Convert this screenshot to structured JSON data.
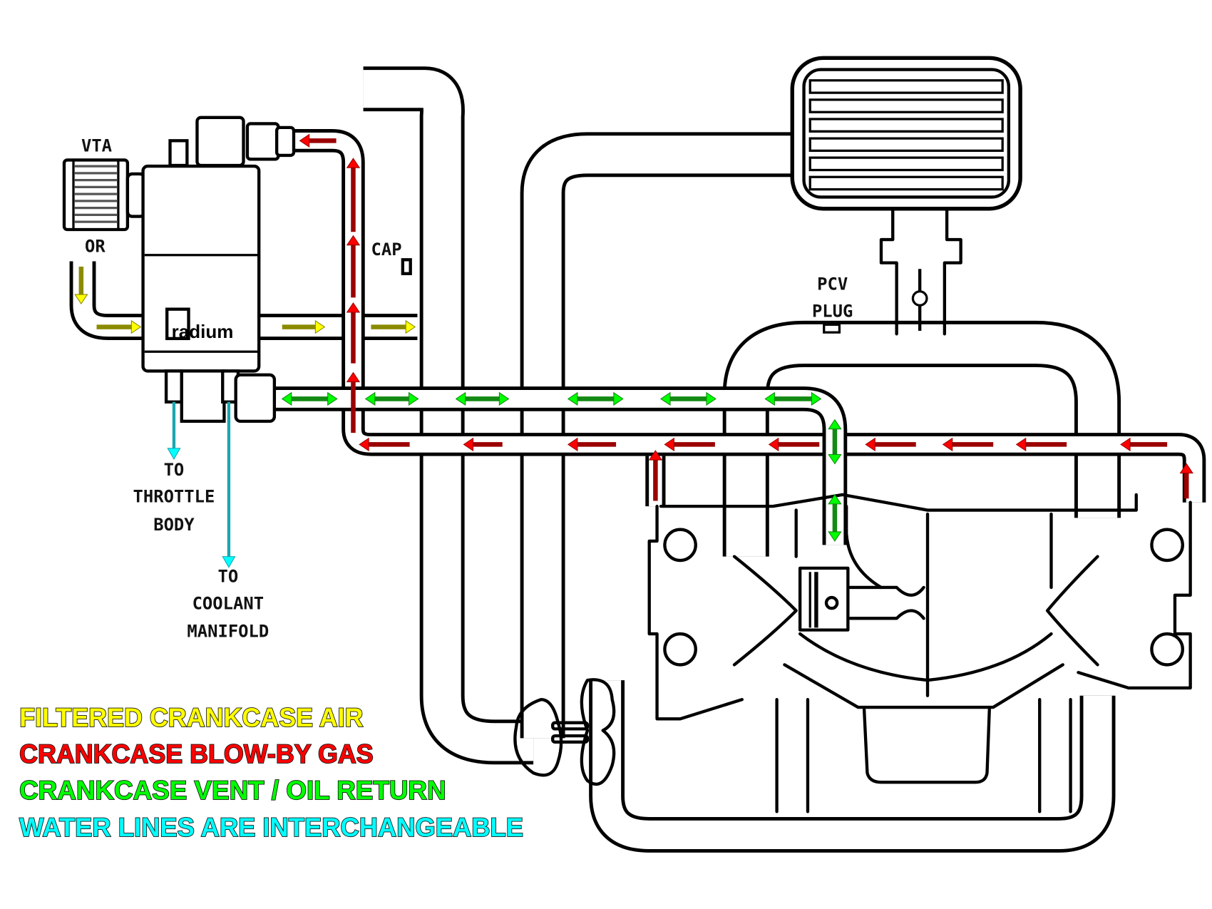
{
  "labels": {
    "vta": "VTA",
    "or": "OR",
    "cap": "CAP",
    "pcv_line1": "PCV",
    "pcv_line2": "PLUG",
    "throttle_line1": "TO",
    "throttle_line2": "THROTTLE",
    "throttle_line3": "BODY",
    "coolant_line1": "TO",
    "coolant_line2": "COOLANT",
    "coolant_line3": "MANIFOLD",
    "brand_logo": "radium"
  },
  "legend": [
    {
      "text": "FILTERED CRANKCASE AIR",
      "color": "#ffff00"
    },
    {
      "text": "CRANKCASE BLOW-BY GAS",
      "color": "#ff0000"
    },
    {
      "text": "CRANKCASE VENT / OIL RETURN",
      "color": "#00ff00"
    },
    {
      "text": "WATER LINES ARE INTERCHANGEABLE",
      "color": "#00ffff"
    }
  ],
  "colors": {
    "filtered_air_shaft": "#8b8b00",
    "filtered_air_head": "#ffff00",
    "blowby_shaft": "#9b0000",
    "blowby_head": "#ff0000",
    "vent_shaft": "#138a13",
    "vent_head": "#00ff00",
    "water": "#1aa7b0",
    "line": "#000000"
  }
}
